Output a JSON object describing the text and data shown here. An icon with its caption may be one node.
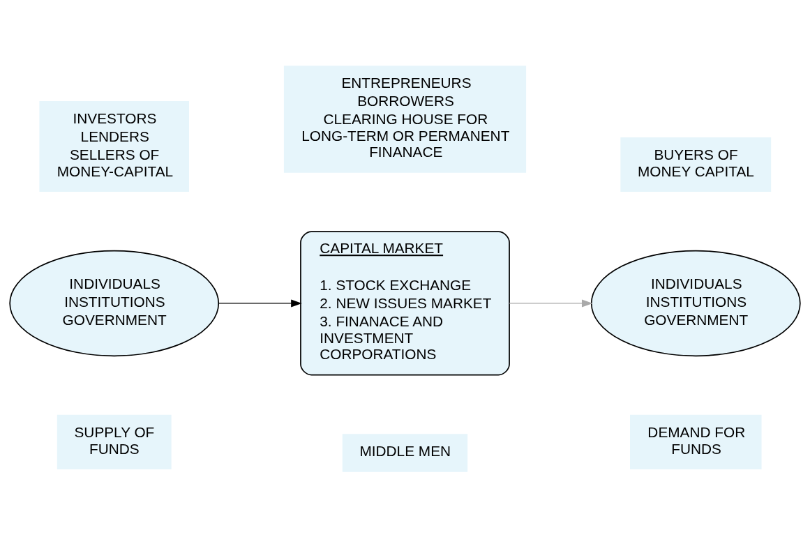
{
  "diagram": {
    "nodes": [
      {
        "text": [
          "SUPPLY OF FUNDS"
        ]
      },
      {
        "text": [
          "MIDDLE MEN"
        ]
      },
      {
        "text": [
          "DEMAND FOR FUNDS"
        ]
      },
      {
        "text": [
          "INDIVIDUALS",
          "INSTITUTIONS",
          "GOVERNMENT"
        ]
      },
      {
        "text": [
          "CAPITAL MARKET",
          "1. STOCK EXCHANGE",
          "2. NEW ISSUES MARKET",
          "3. FINANACE AND INVESTMENT CORPORATIONS"
        ]
      },
      {
        "text": [
          "INDIVIDUALS",
          "INSTITUTIONS",
          "GOVERNMENT"
        ]
      },
      {
        "text": [
          "INVESTORS",
          "LENDERS",
          "SELLERS OF MONEY-CAPITAL"
        ]
      },
      {
        "text": [
          "ENTREPRENEURS",
          "BORROWERS",
          "CLEARING HOUSE FOR LONG-TERM OR PERMANENT FINANACE"
        ]
      },
      {
        "text": [
          "BUYERS OF MONEY CAPITAL"
        ]
      }
    ],
    "edges": [
      {
        "from": 3,
        "to": 4,
        "arrow": "to"
      },
      {
        "from": 4,
        "to": 5,
        "arrow": "to",
        "color": "#aaaaaa"
      }
    ]
  }
}
